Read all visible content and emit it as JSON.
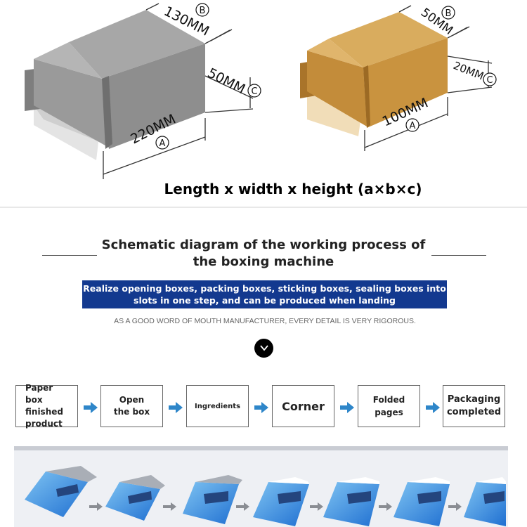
{
  "box_large": {
    "b_value": "130MM",
    "c_value": "50MM",
    "a_value": "220MM"
  },
  "box_small": {
    "b_value": "50MM",
    "c_value": "20MM",
    "a_value": "100MM"
  },
  "markers": {
    "a": "A",
    "b": "B",
    "c": "C"
  },
  "formula": "Length x width x height (a×b×c)",
  "section_title": "Schematic diagram of the working process of the boxing machine",
  "banner_text": "Realize opening boxes, packing boxes, sticking boxes, sealing boxes into slots in one step, and can be produced when landing",
  "tagline": "AS A GOOD WORD OF MOUTH MANUFACTURER, EVERY DETAIL IS VERY RIGOROUS.",
  "scroll_icon": "chevron-down-icon",
  "process_steps": [
    "Paper box finished product",
    "Open the box",
    "Ingredients",
    "Corner",
    "Folded pages",
    "Packaging completed"
  ],
  "colors": {
    "banner": "#13398f",
    "arrow": "#2e86c9",
    "gray_box": "#8e8e8e",
    "kraft_box": "#c9933f"
  }
}
